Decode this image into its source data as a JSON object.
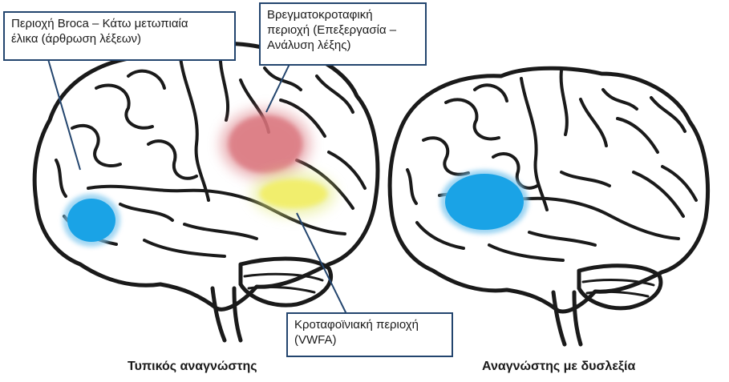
{
  "labels": {
    "broca": {
      "line1": "Περιοχή Broca – Κάτω μετωπιαία",
      "line2": "έλικα (άρθρωση λέξεων)"
    },
    "parietotemporal": {
      "line1": "Βρεγματοκροταφική",
      "line2": "περιοχή (Επεξεργασία –",
      "line3": "Ανάλυση λέξης)"
    },
    "occipitotemporal": {
      "line1": "Κροταφοϊνιακή περιοχή",
      "line2": "(VWFA)"
    }
  },
  "captions": {
    "typical": "Τυπικός αναγνώστης",
    "dyslexic": "Αναγνώστης με δυσλεξία"
  },
  "colors": {
    "broca": "#1aa3e6",
    "parietotemporal": "#d9727a",
    "occipitotemporal": "#f2ee6b",
    "leader_line": "#23456e",
    "outline": "#1a1a1a"
  }
}
